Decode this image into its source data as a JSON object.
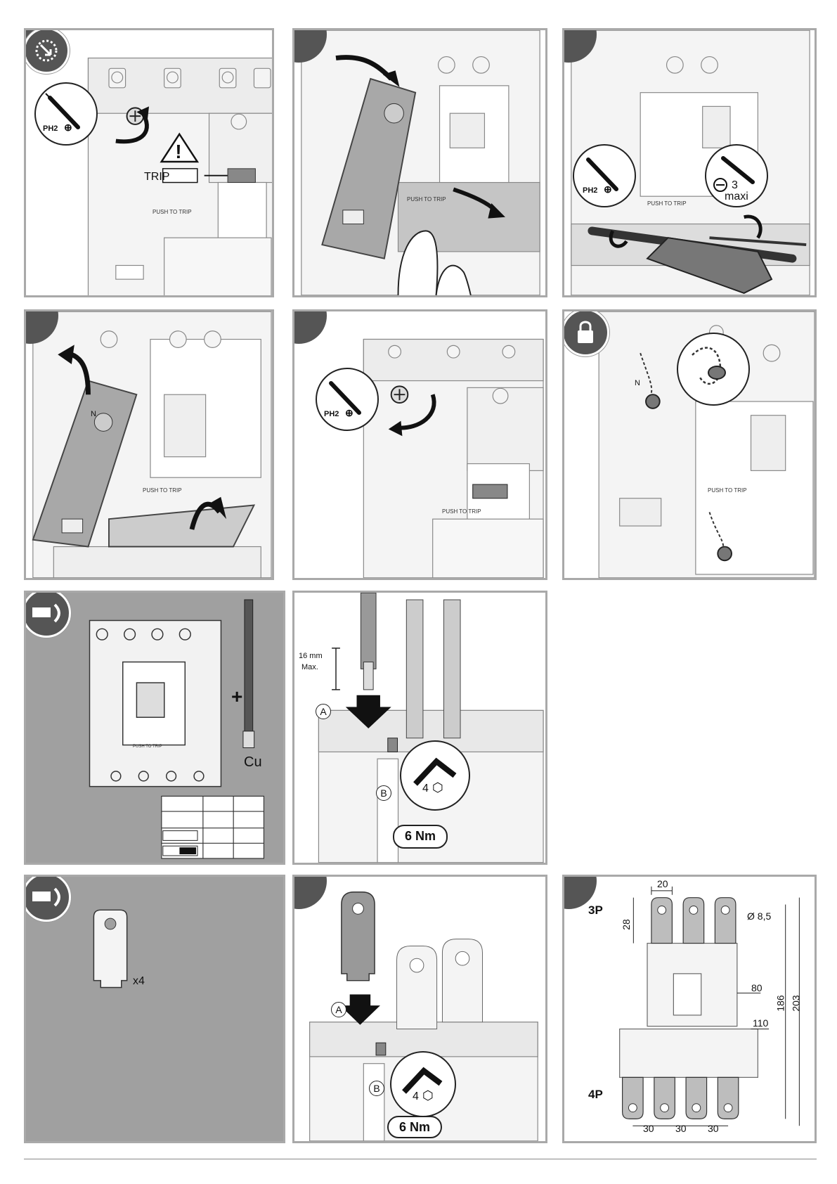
{
  "step1": {
    "ph_label": "PH2",
    "trip_label": "TRIP",
    "push_label": "PUSH TO TRIP"
  },
  "step2": {
    "push_label": "PUSH TO TRIP"
  },
  "step3": {
    "ph_label": "PH2",
    "minus_size": "3",
    "maxi_label": "maxi",
    "push_label": "PUSH TO TRIP"
  },
  "step4": {
    "push_label": "PUSH TO TRIP",
    "pole_label": "N"
  },
  "step5": {
    "ph_label": "PH2",
    "push_label": "PUSH TO TRIP"
  },
  "step6": {
    "push_label": "PUSH TO TRIP",
    "pole_label": "N"
  },
  "cable_section": {
    "material_label": "Cu",
    "plus_sign": "+",
    "unit_label": "PUSH TO TRIP"
  },
  "cable_step": {
    "strip_length": "16 mm",
    "strip_max": "Max.",
    "marker_a": "A",
    "marker_b": "B",
    "hex_size": "4",
    "torque": "6 Nm"
  },
  "spreader_section": {
    "quantity": "x4"
  },
  "spreader_step": {
    "marker_a": "A",
    "marker_b": "B",
    "hex_size": "4",
    "torque": "6 Nm"
  },
  "dimensions": {
    "label_3p": "3P",
    "label_4p": "4P",
    "dim_20": "20",
    "dim_28": "28",
    "hole_dia": "Ø 8,5",
    "dim_80": "80",
    "dim_110": "110",
    "dim_186": "186",
    "dim_203": "203",
    "dim_30a": "30",
    "dim_30b": "30",
    "dim_30c": "30"
  }
}
